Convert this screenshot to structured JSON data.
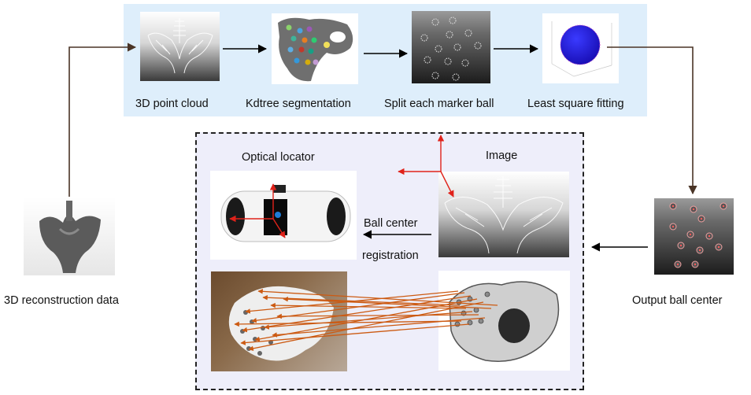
{
  "steps": {
    "point_cloud": "3D point cloud",
    "kdtree": "Kdtree segmentation",
    "split": "Split each marker ball",
    "fitting": "Least square fitting"
  },
  "reconstruction_label": "3D reconstruction data",
  "output_label": "Output ball center",
  "registration": {
    "optical_locator": "Optical locator",
    "image": "Image",
    "ball_center": "Ball center",
    "registration": "registration"
  },
  "colors": {
    "top_panel": "#deeefb",
    "reg_panel": "#eeeefa",
    "flow_arrow": "#4a3426",
    "red_arrow": "#e0221a",
    "orange_arrow": "#cc5a12"
  }
}
